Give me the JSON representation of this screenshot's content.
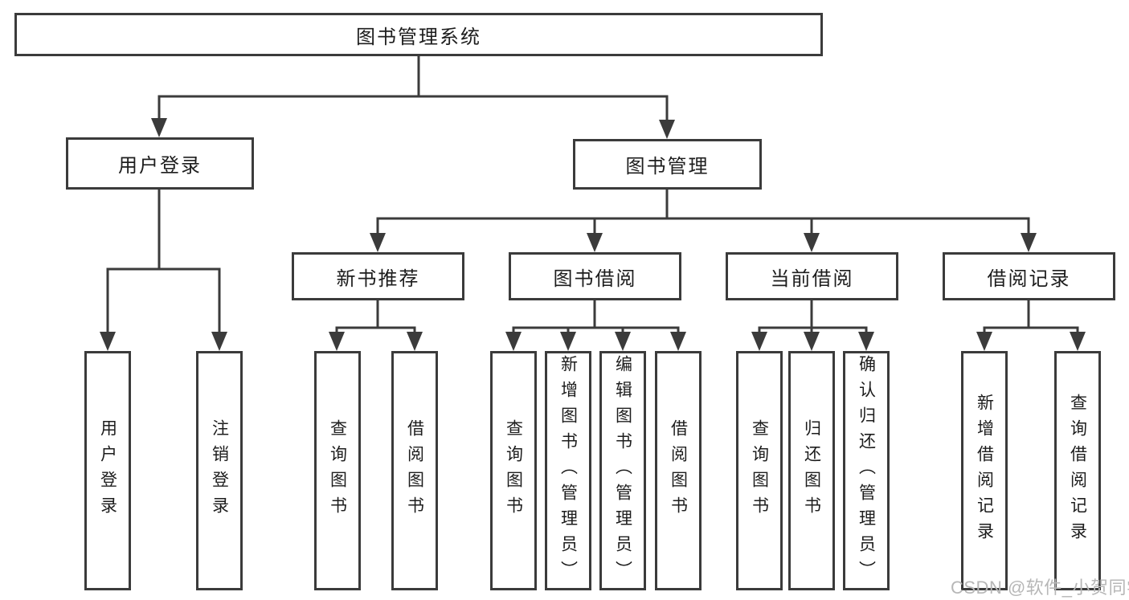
{
  "chart": {
    "root": {
      "label": "图书管理系统"
    },
    "nodes": {
      "user_login": {
        "label": "用户登录",
        "children": [
          "用户登录",
          "注销登录"
        ]
      },
      "book_mgmt": {
        "label": "图书管理"
      },
      "new_book": {
        "label": "新书推荐",
        "children": [
          "查询图书",
          "借阅图书"
        ]
      },
      "book_borrow": {
        "label": "图书借阅",
        "children": [
          "查询图书",
          "新增图书（管理员）",
          "编辑图书（管理员）",
          "借阅图书"
        ]
      },
      "current_borrow": {
        "label": "当前借阅",
        "children": [
          "查询图书",
          "归还图书",
          "确认归还（管理员）"
        ]
      },
      "borrow_record": {
        "label": "借阅记录",
        "children": [
          "新增借阅记录",
          "查询借阅记录"
        ]
      }
    }
  },
  "watermark": {
    "text": "CSDN @软件_小贺同学"
  },
  "colors": {
    "line": "#3b3b3b",
    "box_border": "#3b3b3b",
    "text": "#1d1d1d",
    "watermark": "#b7b7b7",
    "background": "#ffffff"
  }
}
